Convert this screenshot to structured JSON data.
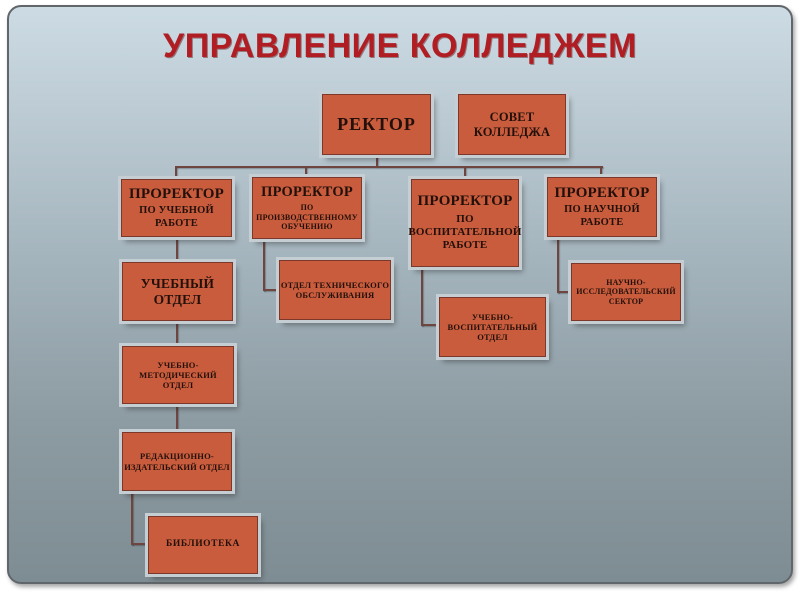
{
  "title": "УПРАВЛЕНИЕ КОЛЛЕДЖЕМ",
  "colors": {
    "title_text": "#b01e23",
    "box_fill": "#c95c3d",
    "box_border": "#7c392b",
    "box_outer_frame": "#c5ced3",
    "box_text": "#23100a",
    "connector": "#6f463f",
    "background_top": "#ccdbe4",
    "background_bottom": "#7e8c93",
    "page": "#ffffff"
  },
  "nodes": {
    "rector": {
      "label": "РЕКТОР"
    },
    "council": {
      "label": "СОВЕТ\nКОЛЛЕДЖА"
    },
    "vice_rector_academic": {
      "title": "ПРОРЕКТОР",
      "subtitle": "ПО УЧЕБНОЙ\nРАБОТЕ"
    },
    "vice_rector_industrial": {
      "title": "ПРОРЕКТОР",
      "subtitle": "ПО\nПРОИЗВОДСТВЕННОМУ\nОБУЧЕНИЮ"
    },
    "vice_rector_upbringing": {
      "title": "ПРОРЕКТОР",
      "subtitle": "ПО\nВОСПИТАТЕЛЬНОЙ\nРАБОТЕ"
    },
    "vice_rector_science": {
      "title": "ПРОРЕКТОР",
      "subtitle": "ПО НАУЧНОЙ\nРАБОТЕ"
    },
    "edu_dept": {
      "label": "УЧЕБНЫЙ\nОТДЕЛ"
    },
    "edu_method_dept": {
      "label": "УЧЕБНО-\nМЕТОДИЧЕСКИЙ ОТДЕЛ"
    },
    "editorial_dept": {
      "label": "РЕДАКЦИОННО-\nИЗДАТЕЛЬСКИЙ ОТДЕЛ"
    },
    "library": {
      "label": "БИБЛИОТЕКА"
    },
    "tech_service_dept": {
      "label": "ОТДЕЛ ТЕХНИЧЕСКОГО\nОБСЛУЖИВАНИЯ"
    },
    "edu_upbringing_dept": {
      "label": "УЧЕБНО-\nВОСПИТАТЕЛЬНЫЙ\nОТДЕЛ"
    },
    "research_sector": {
      "label": "НАУЧНО-\nИССЛЕДОВАТЕЛЬСКИЙ\nСЕКТОР"
    }
  }
}
